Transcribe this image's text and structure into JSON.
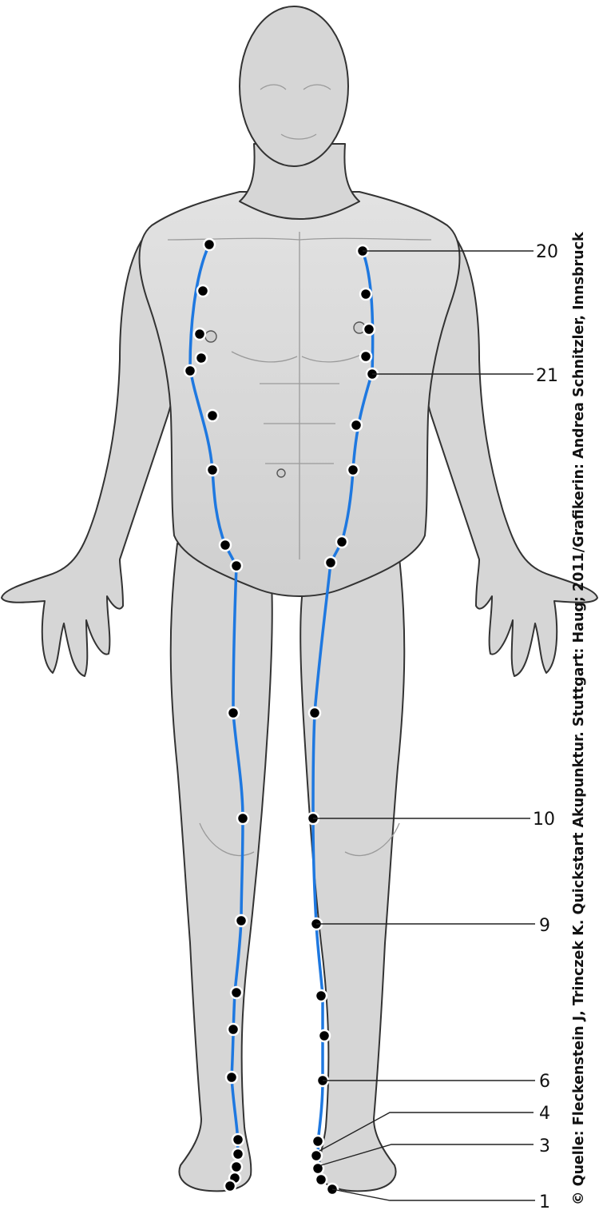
{
  "colors": {
    "meridian": "#1e78e0",
    "skin": "#d6d6d6",
    "skin_light": "#ececec",
    "skin_shadow": "#bdbdbd",
    "outline": "#333333",
    "point_fill": "#000000",
    "point_ring": "#ffffff"
  },
  "labels": [
    {
      "id": "20",
      "text": "20"
    },
    {
      "id": "21",
      "text": "21"
    },
    {
      "id": "10",
      "text": "10"
    },
    {
      "id": "9",
      "text": "9"
    },
    {
      "id": "6",
      "text": "6"
    },
    {
      "id": "4",
      "text": "4"
    },
    {
      "id": "3",
      "text": "3"
    },
    {
      "id": "1",
      "text": "1"
    }
  ],
  "credit": "© Quelle: Fleckenstein J, Trinczek K. Quickstart Akupunktur. Stuttgart: Haug; 2011/Grafikerin: Andrea Schnitzler, Innsbruck"
}
